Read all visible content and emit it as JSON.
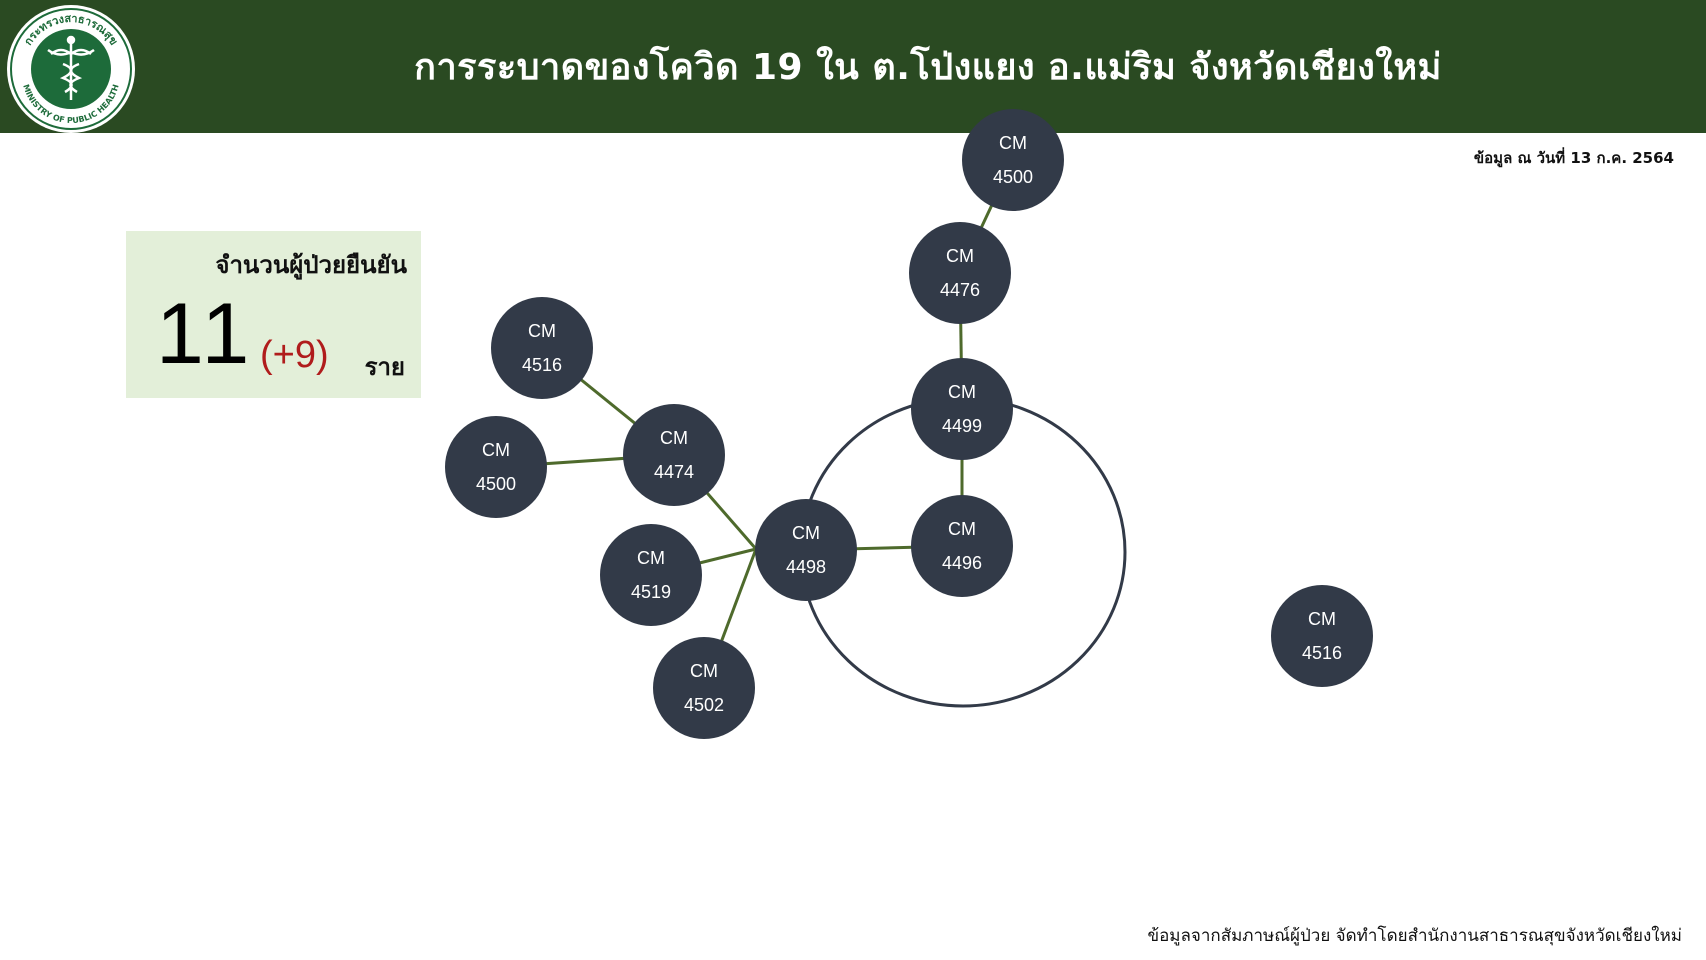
{
  "header": {
    "title": "การระบาดของโควิด 19 ใน ต.โป่งแยง อ.แม่ริม จังหวัดเชียงใหม่",
    "logo_text_top": "กระทรวงสาธารณสุข",
    "logo_text_bottom": "MINISTRY OF PUBLIC HEALTH",
    "background_color": "#2a4a22"
  },
  "date_note": "ข้อมูล ณ วันที่ 13 ก.ค. 2564",
  "stats": {
    "label": "จำนวนผู้ป่วยยืนยัน",
    "value": "11",
    "delta": "(+9)",
    "unit": "ราย",
    "delta_color": "#b01c1c"
  },
  "nodes": [
    {
      "id": "n4500a",
      "line1": "CM",
      "line2": "4500"
    },
    {
      "id": "n4476",
      "line1": "CM",
      "line2": "4476"
    },
    {
      "id": "n4499",
      "line1": "CM",
      "line2": "4499"
    },
    {
      "id": "n4496",
      "line1": "CM",
      "line2": "4496"
    },
    {
      "id": "n4498",
      "line1": "CM",
      "line2": "4498"
    },
    {
      "id": "n4474",
      "line1": "CM",
      "line2": "4474"
    },
    {
      "id": "n4516a",
      "line1": "CM",
      "line2": "4516"
    },
    {
      "id": "n4500b",
      "line1": "CM",
      "line2": "4500"
    },
    {
      "id": "n4519",
      "line1": "CM",
      "line2": "4519"
    },
    {
      "id": "n4502",
      "line1": "CM",
      "line2": "4502"
    },
    {
      "id": "n4516b",
      "line1": "CM",
      "line2": "4516"
    }
  ],
  "edges": [
    [
      "n4500a",
      "n4476"
    ],
    [
      "n4476",
      "n4499"
    ],
    [
      "n4499",
      "n4496"
    ],
    [
      "n4496",
      "n4498"
    ],
    [
      "n4498",
      "n4474"
    ],
    [
      "n4498",
      "n4519"
    ],
    [
      "n4498",
      "n4502"
    ],
    [
      "n4474",
      "n4516a"
    ],
    [
      "n4474",
      "n4500b"
    ]
  ],
  "colors": {
    "node_fill": "#323a48",
    "edge_color": "#4e6a2c",
    "cluster_ring": "#323a48"
  },
  "footer": "ข้อมูลจากสัมภาษณ์ผู้ป่วย จัดทำโดยสำนักงานสาธารณสุขจังหวัดเชียงใหม่"
}
